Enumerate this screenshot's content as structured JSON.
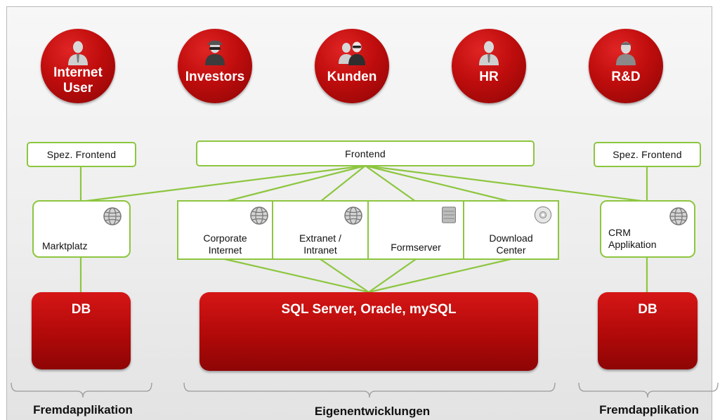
{
  "users": [
    {
      "label": "Internet User",
      "icon": "person-icon"
    },
    {
      "label": "Investors",
      "icon": "spy-person-icon"
    },
    {
      "label": "Kunden",
      "icon": "group-person-icon"
    },
    {
      "label": "HR",
      "icon": "person-icon"
    },
    {
      "label": "R&D",
      "icon": "person-cap-icon"
    }
  ],
  "frontends": {
    "left": "Spez. Frontend",
    "center": "Frontend",
    "right": "Spez. Frontend"
  },
  "apps": {
    "marktplatz": "Marktplatz",
    "corporate": "Corporate\nInternet",
    "extranet": "Extranet /\nIntranet",
    "formserver": "Formserver",
    "download": "Download\nCenter",
    "crm": "CRM\nApplikation"
  },
  "databases": {
    "left": "DB",
    "center": "SQL Server, Oracle, mySQL",
    "right": "DB"
  },
  "groups": {
    "left": "Fremdapplikation",
    "center": "Eigenentwicklungen",
    "right": "Fremdapplikation"
  },
  "colors": {
    "accent_red": "#c00d0d",
    "connector_green": "#8dc63f",
    "background": "#eeeeee"
  }
}
